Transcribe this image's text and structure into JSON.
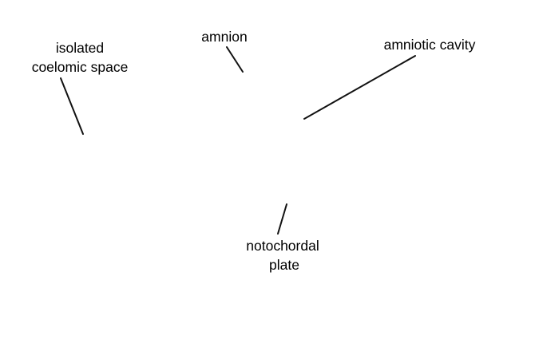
{
  "diagram": {
    "labels": {
      "isolated_coelomic_space": {
        "line1": "isolated",
        "line2": "coelomic space"
      },
      "amnion": "amnion",
      "amniotic_cavity": "amniotic cavity",
      "notochordal_plate": {
        "line1": "notochordal",
        "line2": "plate"
      }
    },
    "colors": {
      "background": "#ffffff",
      "text": "#000000",
      "leader_line": "#111111"
    }
  }
}
